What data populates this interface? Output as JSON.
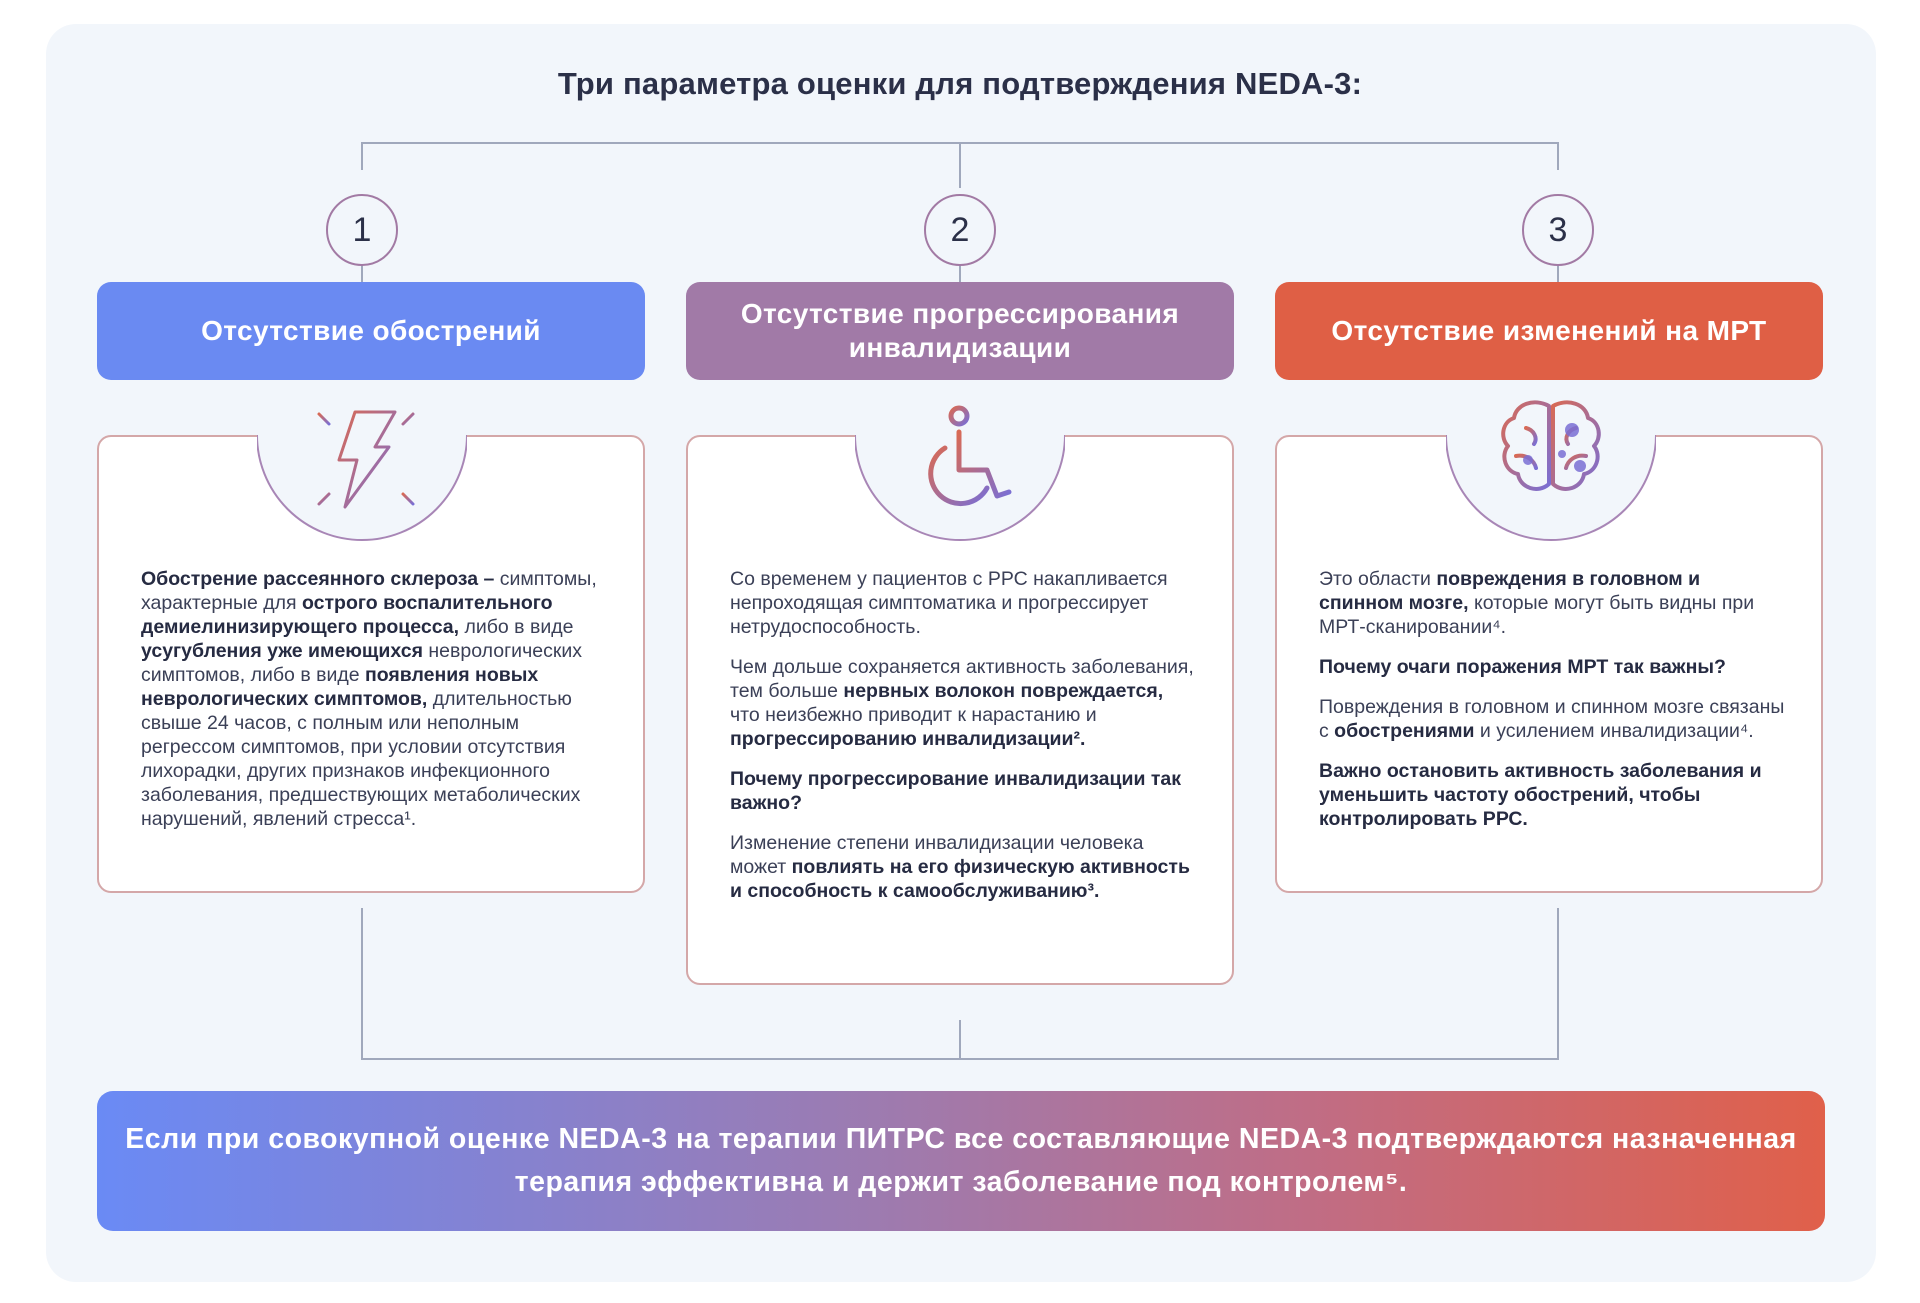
{
  "title": "Три параметра оценки для подтверждения NEDA-3:",
  "colors": {
    "blue": "#6a8af2",
    "purple": "#a17aa7",
    "red": "#df5f45",
    "text": "#2b3048"
  },
  "columns": [
    {
      "number": "1",
      "header": "Отсутствие обострений",
      "icon": "lightning-icon",
      "text": {
        "b1": "Обострение рассеянного склероза –",
        "t1": " симптомы, характерные для ",
        "b2": "острого воспалительного демиелинизирующего процесса,",
        "t2": " либо в виде ",
        "b3": "усугубления уже имеющихся",
        "t3": " неврологических симптомов, либо в виде ",
        "b4": "появления новых неврологических симптомов,",
        "t4": " длительностью свыше 24 часов, с полным или неполным регрессом симптомов, при условии отсутствия лихорадки, других признаков инфекционного заболевания, предшествующих метаболических нарушений, явлений  стресса¹."
      }
    },
    {
      "number": "2",
      "header": "Отсутствие прогрессирования инвалидизации",
      "icon": "wheelchair-icon",
      "text": {
        "p1": "Со временем у пациентов с РРС накапливается непроходящая симптоматика и прогрессирует нетрудоспособность.",
        "p2_t1": "Чем дольше сохраняется активность заболевания, тем больше ",
        "p2_b1": "нервных волокон повреждается,",
        "p2_t2": " что неизбежно приводит к нарастанию и ",
        "p2_b2": "прогрессированию инвалидизации².",
        "p3": "Почему прогрессирование инвалидизации так важно?",
        "p4_t1": "Изменение степени инвалидизации человека может ",
        "p4_b1": "повлиять на его физическую активность и способность к самообслуживанию³."
      }
    },
    {
      "number": "3",
      "header": "Отсутствие изменений на МРТ",
      "icon": "brain-icon",
      "text": {
        "p1_t1": "Это области ",
        "p1_b1": "повреждения в головном и спинном мозге,",
        "p1_t2": " которые могут быть видны при МРТ-сканировании⁴.",
        "p2": "Почему очаги поражения МРТ так важны?",
        "p3_t1": "Повреждения в головном и спинном мозге связаны  с ",
        "p3_b1": "обострениями",
        "p3_t2": " и усилением инвалидизации⁴.",
        "p4": "Важно остановить активность заболевания и уменьшить частоту обострений, чтобы контролировать РРС."
      }
    }
  ],
  "conclusion": "Если при совокупной оценке NEDA-3 на терапии ПИТРС все составляющие NEDA-3 подтверждаются назначенная терапия эффективна  и держит заболевание под контролем⁵."
}
